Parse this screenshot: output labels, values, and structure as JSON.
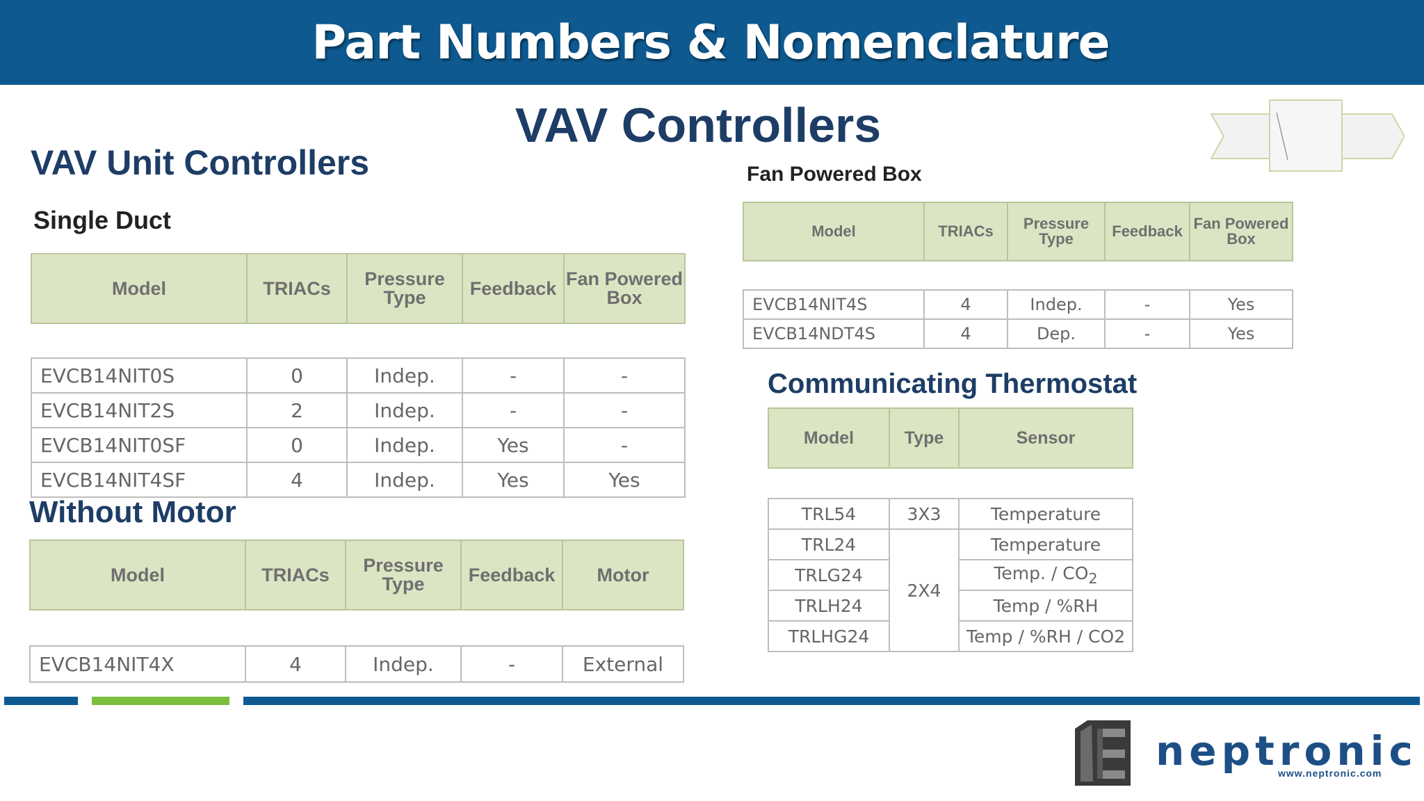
{
  "header": {
    "title": "Part Numbers & Nomenclature"
  },
  "subtitle": "VAV Controllers",
  "left": {
    "heading": "VAV Unit Controllers",
    "single_duct": {
      "heading": "Single Duct",
      "columns": [
        "Model",
        "TRIACs",
        "Pressure Type",
        "Feedback",
        "Fan Powered Box"
      ],
      "rows": [
        [
          "EVCB14NIT0S",
          "0",
          "Indep.",
          "-",
          "-"
        ],
        [
          "EVCB14NIT2S",
          "2",
          "Indep.",
          "-",
          "-"
        ],
        [
          "EVCB14NIT0SF",
          "0",
          "Indep.",
          "Yes",
          "-"
        ],
        [
          "EVCB14NIT4SF",
          "4",
          "Indep.",
          "Yes",
          "Yes"
        ]
      ]
    },
    "without_motor": {
      "heading": "Without Motor",
      "columns": [
        "Model",
        "TRIACs",
        "Pressure Type",
        "Feedback",
        "Motor"
      ],
      "rows": [
        [
          "EVCB14NIT4X",
          "4",
          "Indep.",
          "-",
          "External"
        ]
      ]
    }
  },
  "right": {
    "fan_powered": {
      "heading": "Fan Powered Box",
      "columns": [
        "Model",
        "TRIACs",
        "Pressure Type",
        "Feedback",
        "Fan Powered Box"
      ],
      "rows": [
        [
          "EVCB14NIT4S",
          "4",
          "Indep.",
          "-",
          "Yes"
        ],
        [
          "EVCB14NDT4S",
          "4",
          "Dep.",
          "-",
          "Yes"
        ]
      ]
    },
    "thermostat": {
      "heading": "Communicating Thermostat",
      "columns": [
        "Model",
        "Type",
        "Sensor"
      ],
      "rows": [
        {
          "model": "TRL54",
          "type": "3X3",
          "sensor": "Temperature"
        },
        {
          "model": "TRL24",
          "type": "2X4",
          "sensor": "Temperature"
        },
        {
          "model": "TRLG24",
          "sensor": "Temp. / CO",
          "sensor_sub": "2"
        },
        {
          "model": "TRLH24",
          "sensor": "Temp / %RH"
        },
        {
          "model": "TRLHG24",
          "sensor": "Temp / %RH / CO2"
        }
      ]
    }
  },
  "footer": {
    "colors": {
      "primary": "#0e5a90",
      "accent": "#7cbf3f"
    },
    "logo_name": "neptronic",
    "logo_url": "www.neptronic.com"
  }
}
